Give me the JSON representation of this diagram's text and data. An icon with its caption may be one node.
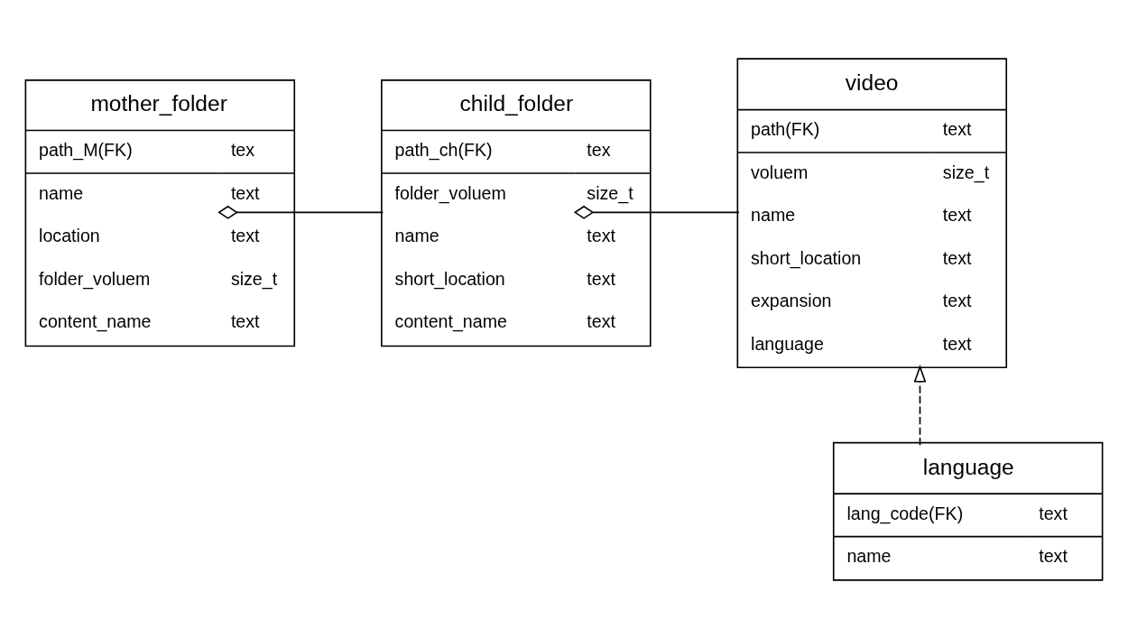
{
  "diagram": {
    "nodes": [
      {
        "text": [
          "mother_folder",
          "path_M(FK)",
          "tex",
          "name",
          "text",
          "location",
          "text",
          "folder_voluem",
          "size_t",
          "content_name",
          "text"
        ]
      },
      {
        "text": [
          "child_folder",
          "path_ch(FK)",
          "tex",
          "folder_voluem",
          "size_t",
          "name",
          "text",
          "short_location",
          "text",
          "content_name",
          "text"
        ]
      },
      {
        "text": [
          "video",
          "path(FK)",
          "text",
          "voluem",
          "size_t",
          "name",
          "text",
          "short_location",
          "text",
          "expansion",
          "text",
          "language",
          "text"
        ]
      },
      {
        "text": [
          "language",
          "lang_code(FK)",
          "text",
          "name",
          "text"
        ]
      }
    ],
    "edges": [
      {
        "from": 0,
        "to": 1,
        "arrow": "other"
      },
      {
        "from": 1,
        "to": 2,
        "arrow": "other"
      },
      {
        "from": 3,
        "to": 2,
        "arrow": "to",
        "style": "dashed"
      }
    ]
  }
}
